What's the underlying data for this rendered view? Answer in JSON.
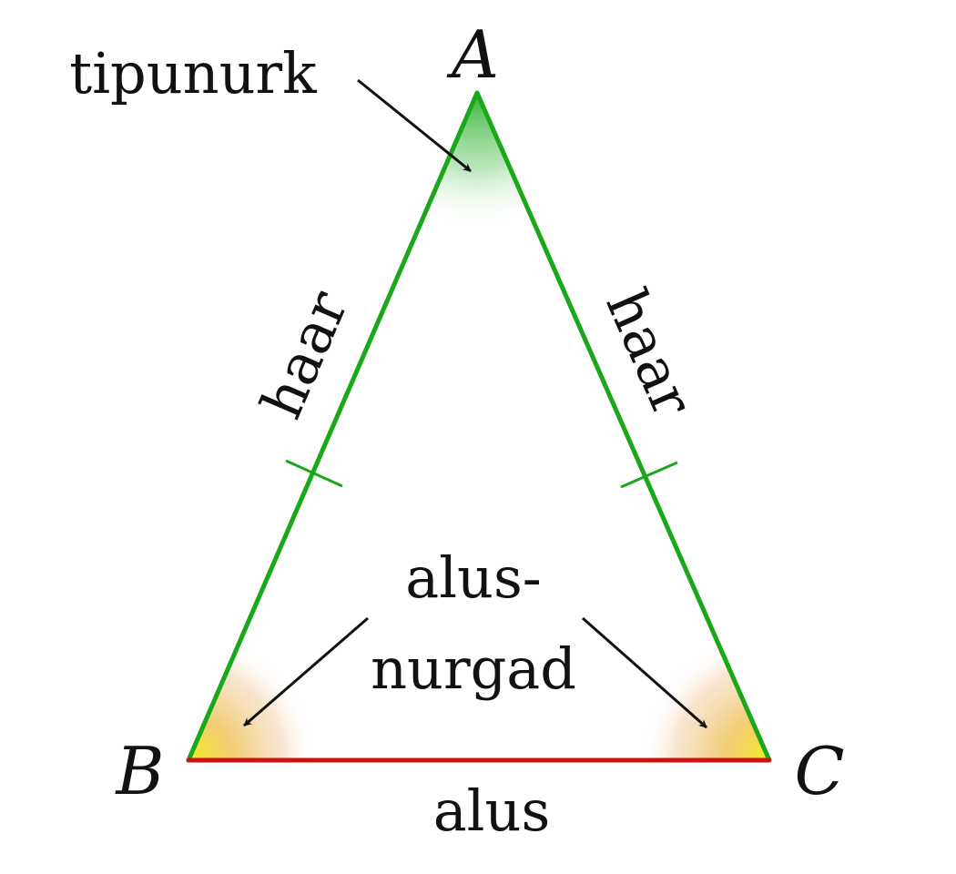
{
  "diagram": {
    "vertices": {
      "a": "A",
      "b": "B",
      "c": "C"
    },
    "apex_angle_label": "tipunurk",
    "legs_label": "haar",
    "base_angles_label_line1": "alus-",
    "base_angles_label_line2": "nurgad",
    "base_label": "alus",
    "colors": {
      "legs": "#1aa81a",
      "base": "#cc1111",
      "apex_angle_fill": "#33bb33",
      "base_angle_fill": "#e8a840",
      "base_angle_core": "#f5f020",
      "arrows": "#111111",
      "text": "#111111",
      "background": "#ffffff"
    }
  }
}
